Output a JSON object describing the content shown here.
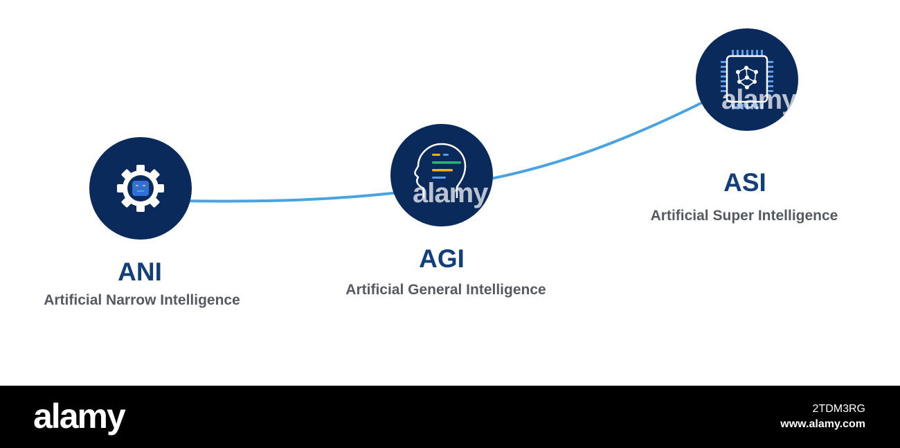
{
  "stages": [
    {
      "acronym": "ANI",
      "full_name": "Artificial Narrow Intelligence",
      "icon": "robot-gear-icon"
    },
    {
      "acronym": "AGI",
      "full_name": "Artificial General Intelligence",
      "icon": "human-head-brain-icon"
    },
    {
      "acronym": "ASI",
      "full_name": "Artificial Super Intelligence",
      "icon": "processor-chip-network-icon"
    }
  ],
  "watermark": {
    "text": "alamy"
  },
  "footer": {
    "logo": "alamy",
    "image_id": "2TDM3RG",
    "url": "www.alamy.com"
  },
  "colors": {
    "circle": "#0b2a5c",
    "connector": "#4aa3e0",
    "acronym": "#123f7a",
    "subtitle": "#555a60",
    "icon_blue": "#2f6fd8",
    "icon_light_blue": "#5b9cf0",
    "icon_green": "#2bb673",
    "icon_yellow": "#f3b21b",
    "footer_background": "#000000"
  }
}
